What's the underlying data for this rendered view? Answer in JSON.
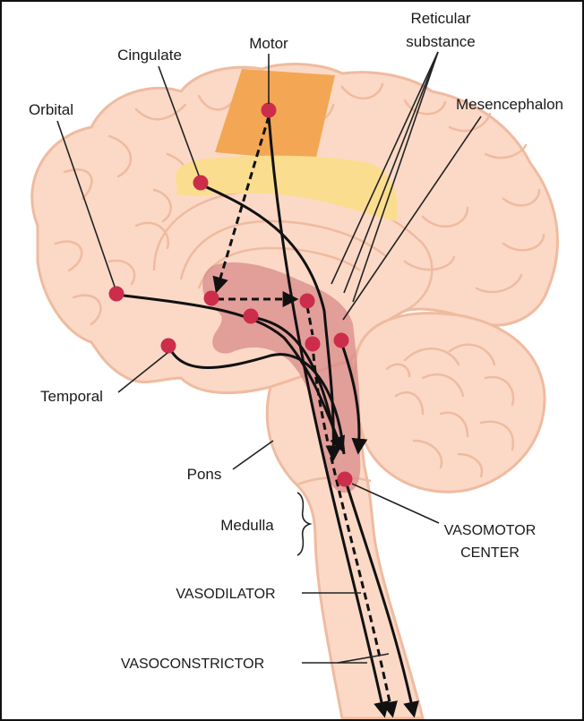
{
  "labels": {
    "motor": "Motor",
    "cingulate": "Cingulate",
    "reticular_line1": "Reticular",
    "reticular_line2": "substance",
    "orbital": "Orbital",
    "mesencephalon": "Mesencephalon",
    "temporal": "Temporal",
    "pons": "Pons",
    "medulla": "Medulla",
    "vasomotor_line1": "VASOMOTOR",
    "vasomotor_line2": "CENTER",
    "vasodilator": "VASODILATOR",
    "vasoconstrictor": "VASOCONSTRICTOR"
  },
  "colors": {
    "brain_fill": "#fbd9c6",
    "brain_outline": "#efbba0",
    "motor_strip": "#f3a754",
    "cingulate_band": "#fbdd8f",
    "reticular_region": "#d98a8a",
    "node": "#cc2d4a",
    "pathway": "#111111",
    "label_line": "#222222"
  }
}
